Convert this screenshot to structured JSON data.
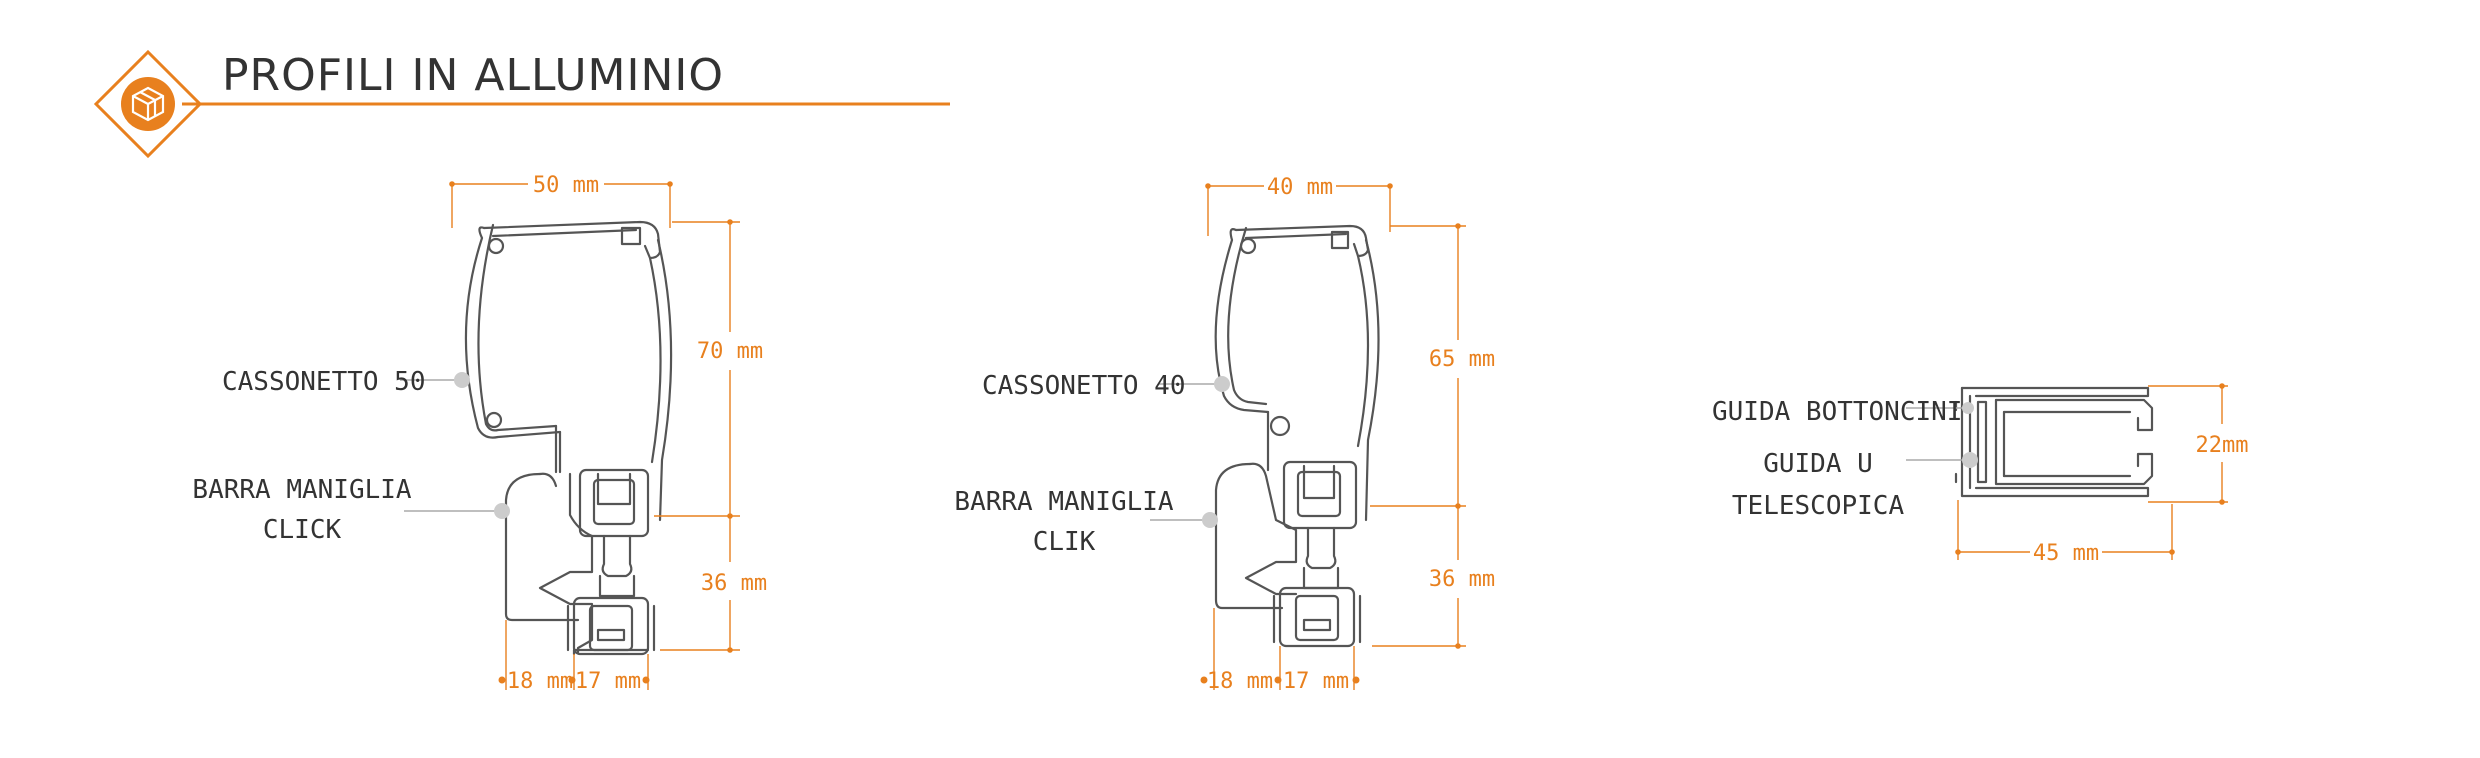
{
  "header": {
    "title": "PROFILI IN ALLUMINIO"
  },
  "colors": {
    "accent": "#e8801e",
    "line": "#555555",
    "leader": "#aaaaaa",
    "text": "#333333"
  },
  "icons": {
    "logo": "cube-in-diamond-icon"
  },
  "profiles": [
    {
      "labels": {
        "box": "CASSONETTO 50",
        "bar_line1": "BARRA MANIGLIA",
        "bar_line2": "CLICK"
      },
      "dims": {
        "width": "50 mm",
        "box_height": "70 mm",
        "bar_height": "36 mm",
        "bottom_left": "18 mm",
        "bottom_right": "17 mm"
      }
    },
    {
      "labels": {
        "box": "CASSONETTO 40",
        "bar_line1": "BARRA MANIGLIA",
        "bar_line2": "CLIK"
      },
      "dims": {
        "width": "40 mm",
        "box_height": "65 mm",
        "bar_height": "36 mm",
        "bottom_left": "18 mm",
        "bottom_right": "17 mm"
      }
    },
    {
      "labels": {
        "line1": "GUIDA BOTTONCINI",
        "line2": "GUIDA U",
        "line3": "TELESCOPICA"
      },
      "dims": {
        "height": "22mm",
        "width": "45 mm"
      }
    }
  ]
}
